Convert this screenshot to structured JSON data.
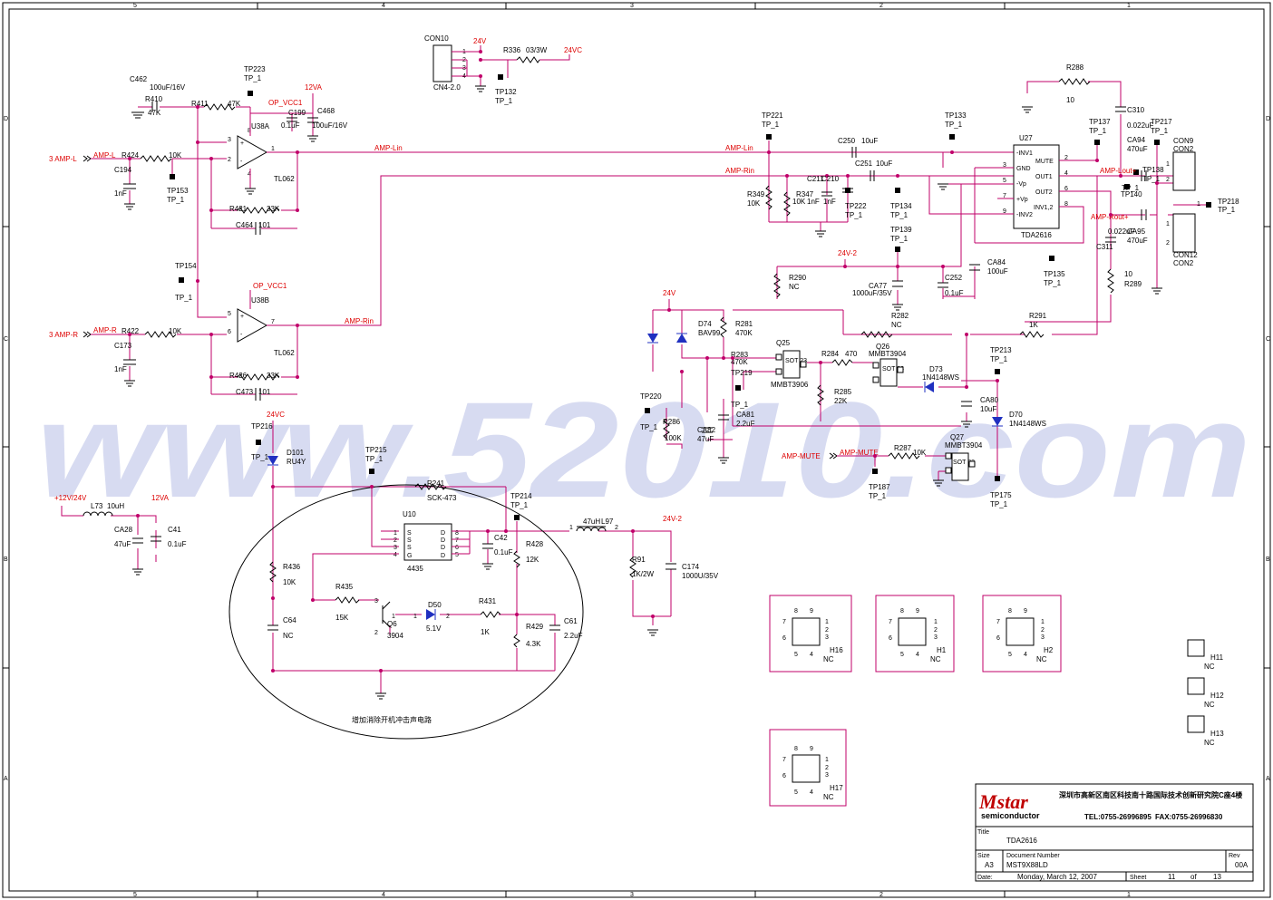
{
  "frame": {
    "col_top": [
      "5",
      "4",
      "3",
      "2",
      "1"
    ],
    "col_bottom": [
      "5",
      "4",
      "3",
      "2",
      "1"
    ],
    "rows": [
      "D",
      "C",
      "B",
      "A"
    ]
  },
  "watermark": "www.52010.com",
  "connector_top": {
    "ref": "CON10",
    "part": "CN4-2.0",
    "net1": "24V",
    "r": "R336",
    "rv": "03/3W",
    "net2": "24VC",
    "tp": "TP132",
    "tpv": "TP_1"
  },
  "left_in": {
    "ampl": "3  AMP-L",
    "ampl_net": "AMP-L",
    "r424": "R424",
    "r424v": "10K",
    "c194": "C194",
    "c194v": "1nF",
    "tp153": "TP153",
    "tp153v": "TP_1",
    "c462": "C462",
    "c462v": "100uF/16V",
    "r410": "R410",
    "r410v": "47K",
    "r411": "R411",
    "r411v": "47K",
    "tp223": "TP223",
    "tp223v": "TP_1",
    "opvcc": "OP_VCC1",
    "v12a": "12VA",
    "c199": "C199",
    "c199v": "0.1uF",
    "c468": "C468",
    "c468v": "100uF/16V",
    "u38a": "U38A",
    "tl062a": "TL062",
    "r421": "R421",
    "r421v": "33K",
    "c464": "C464",
    "c464v": "101",
    "tp154": "TP154",
    "tp154v": "TP_1",
    "opvcc2": "OP_VCC1",
    "u38b": "U38B",
    "tl062b": "TL062",
    "ampr": "3  AMP-R",
    "ampr_net": "AMP-R",
    "r422": "R422",
    "r422v": "10K",
    "c173": "C173",
    "c173v": "1nF",
    "r426": "R426",
    "r426v": "33K",
    "c473": "C473",
    "c473v": "101",
    "amplin": "AMP-Lin",
    "amprin": "AMP-Rin"
  },
  "amp": {
    "u27": "U27",
    "tda": "TDA2616",
    "pins": [
      "-INV1",
      "GND",
      "-Vp",
      "+Vp",
      "-INV2",
      "MUTE",
      "OUT1",
      "OUT2",
      "INV1,2"
    ],
    "tp221": "TP221",
    "tp221v": "TP_1",
    "tp133": "TP133",
    "tp133v": "TP_1",
    "c250": "C250",
    "c250v": "10uF",
    "c251": "C251",
    "c251v": "10uF",
    "c211": "C211",
    "c210": "C210",
    "c21v": "1nF",
    "r349": "R349",
    "r349v": "10K",
    "r347": "R347",
    "r347v": "10K",
    "tp222": "TP222",
    "tp222v": "TP_1",
    "tp134": "TP134",
    "tp134v": "TP_1",
    "tp139": "TP139",
    "tp139v": "TP_1",
    "v24v2": "24V-2",
    "r290": "R290",
    "r290v": "NC",
    "ca77": "CA77",
    "ca77v": "1000uF/35V",
    "c252": "C252",
    "c252v": "0.1uF",
    "ca84": "CA84",
    "ca84v": "100uF",
    "tp135": "TP135",
    "tp135v": "TP_1",
    "r288": "R288",
    "r288v": "10",
    "c310": "C310",
    "c310v": "0.022uF",
    "tp137": "TP137",
    "tp137v": "TP_1",
    "tp217": "TP217",
    "tp217v": "TP_1",
    "ca94": "CA94",
    "ca94v": "470uF",
    "con9": "CON9",
    "con2a": "CON2",
    "tp138": "TP138",
    "tp138v": "TP_1",
    "tp140": "TP140",
    "tp140v": "TP_1",
    "tp218": "TP218",
    "tp218v": "TP_1",
    "ca95": "CA95",
    "ca95v": "470uF",
    "c311": "C311",
    "c311v": "0.022uF",
    "con12": "CON12",
    "con2b": "CON2",
    "r289": "R289",
    "r289v": "10",
    "lout": "AMP-Lout+",
    "rout": "AMP-Rout+"
  },
  "mute": {
    "v24": "24V",
    "d74": "D74",
    "d74v": "BAV99",
    "r281": "R281",
    "r281v": "470K",
    "r282": "R282",
    "r282v": "NC",
    "r291": "R291",
    "r291v": "1K",
    "q25": "Q25",
    "q25v": "MMBT3906",
    "r283": "R283",
    "r283v": "470K",
    "tp219": "TP219",
    "r284": "R284",
    "r284v": "470",
    "q26": "Q26",
    "q26v": "MMBT3904",
    "d73": "D73",
    "d73v": "1N4148WS",
    "tp213": "TP213",
    "tp213v": "TP_1",
    "tp220": "TP220",
    "tp220v": "TP_1",
    "r286": "R286",
    "r286v": "100K",
    "ca82": "CA82",
    "ca82v": "47uF",
    "ca81": "CA81",
    "ca81v": "2.2uF",
    "r285": "R285",
    "r285v": "22K",
    "ca80": "CA80",
    "ca80v": "10uF",
    "d70": "D70",
    "d70v": "1N4148WS",
    "ampmute": "AMP-MUTE",
    "r287": "R287",
    "r287v": "10K",
    "q27": "Q27",
    "q27v": "MMBT3904",
    "tp187": "TP187",
    "tp187v": "TP_1",
    "tp175": "TP175",
    "tp175v": "TP_1",
    "tpq": "TP_1",
    "sot": "SOT 23"
  },
  "power": {
    "tp216": "TP216",
    "v24vc": "24VC",
    "d101": "D101",
    "d101v": "RU4Y",
    "tpv": "TP_1",
    "v1224": "+12V/24V",
    "l73": "L73",
    "l73v": "10uH",
    "v12va": "12VA",
    "ca28": "CA28",
    "ca28v": "47uF",
    "c41": "C41",
    "c41v": "0.1uF",
    "tp215": "TP215",
    "tp215v": "TP_1",
    "r241": "R241",
    "r241v": "SCK-473",
    "u10": "U10",
    "u10v": "4435",
    "tp214": "TP214",
    "tp214v": "TP_1",
    "c42": "C42",
    "c42v": "0.1uF",
    "r428": "R428",
    "r428v": "12K",
    "l97": "L97",
    "l97v": "47uH",
    "v24v2": "24V-2",
    "r91": "R91",
    "r91v": "1K/2W",
    "c174": "C174",
    "c174v": "1000U/35V",
    "r436": "R436",
    "r436v": "10K",
    "c64": "C64",
    "c64v": "NC",
    "r435": "R435",
    "r435v": "15K",
    "q6": "Q6",
    "q6v": "3904",
    "d50": "D50",
    "d50v": "5.1V",
    "r431": "R431",
    "r431v": "1K",
    "r429": "R429",
    "r429v": "4.3K",
    "c61": "C61",
    "c61v": "2.2uF",
    "note": "增加消除开机冲击声电路"
  },
  "mounting": {
    "h16": "H16",
    "h1": "H1",
    "h2": "H2",
    "h17": "H17",
    "nc": "NC",
    "h11": "H11",
    "h12": "H12",
    "h13": "H13"
  },
  "title_block": {
    "logo": "Mstar",
    "logo_sub": "semiconductor",
    "address": "深圳市高新区南区科技南十路国际技术创新研究院C座4楼",
    "tel": "TEL:0755-26996895",
    "fax": "FAX:0755-26996830",
    "title_label": "Title",
    "title": "TDA2616",
    "size_label": "Size",
    "size": "A3",
    "docnum_label": "Document Number",
    "docnum": "MST9X88LD",
    "rev_label": "Rev",
    "rev": "00A",
    "date_label": "Date:",
    "date": "Monday, March 12, 2007",
    "sheet_label": "Sheet",
    "sheet": "11",
    "of": "of",
    "total": "13"
  }
}
